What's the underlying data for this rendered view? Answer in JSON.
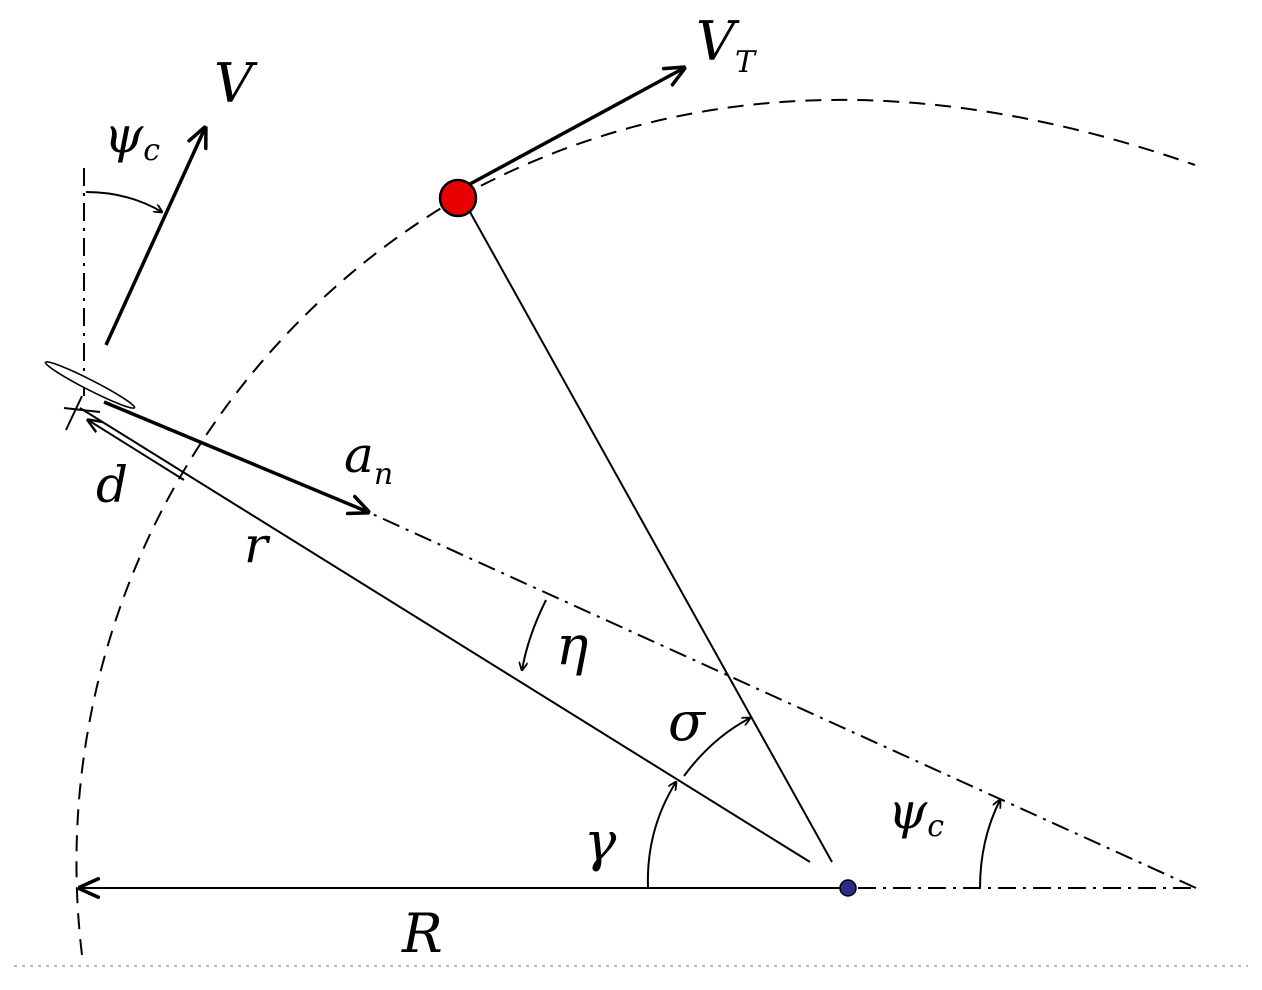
{
  "labels": {
    "V": "V",
    "VT_main": "V",
    "VT_sub": "T",
    "psi_top": "ψ",
    "psi_top_sub": "c",
    "psi_right": "ψ",
    "psi_right_sub": "c",
    "an_main": "a",
    "an_sub": "n",
    "d": "d",
    "r": "r",
    "eta": "η",
    "sigma": "σ",
    "gamma": "γ",
    "R": "R"
  },
  "colors": {
    "target": "#e80000",
    "origin": "#2b2b8c",
    "line": "#000000"
  }
}
